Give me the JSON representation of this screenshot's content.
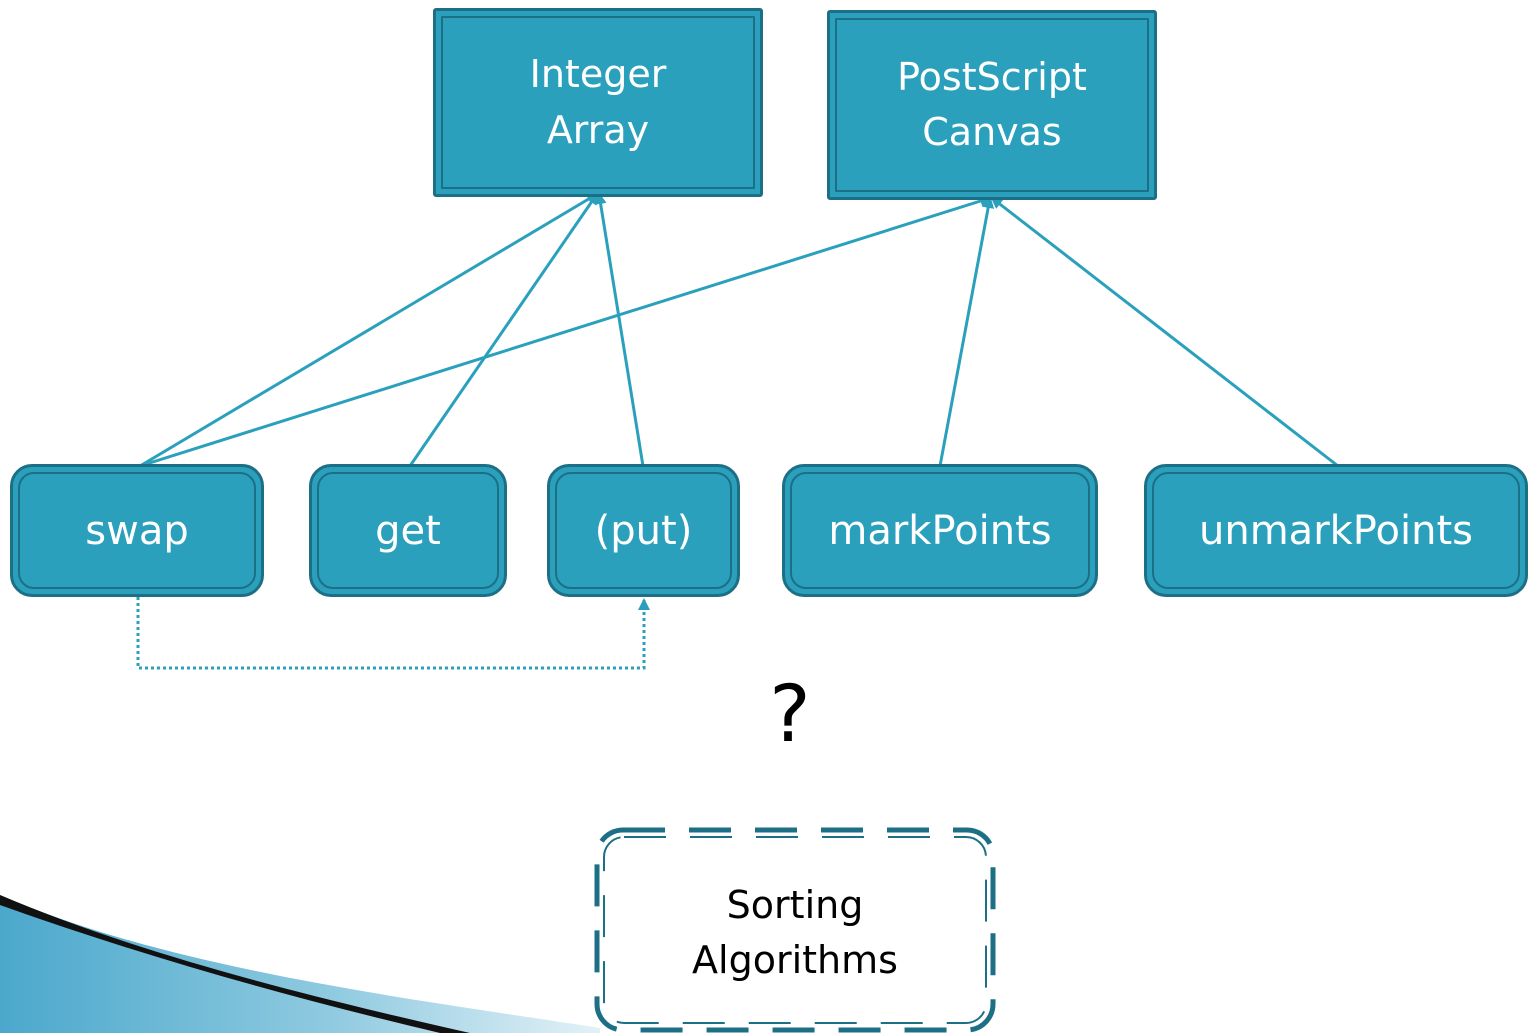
{
  "diagram": {
    "classes": [
      {
        "id": "integer-array",
        "label": "Integer\nArray"
      },
      {
        "id": "postscript-canvas",
        "label": "PostScript\nCanvas"
      }
    ],
    "methods": [
      {
        "id": "swap",
        "label": "swap"
      },
      {
        "id": "get",
        "label": "get"
      },
      {
        "id": "put",
        "label": "(put)"
      },
      {
        "id": "markpoints",
        "label": "markPoints"
      },
      {
        "id": "unmarkpoints",
        "label": "unmarkPoints"
      }
    ],
    "edges": [
      {
        "from": "swap",
        "to": "integer-array",
        "style": "solid-arrow"
      },
      {
        "from": "get",
        "to": "integer-array",
        "style": "solid-arrow"
      },
      {
        "from": "put",
        "to": "integer-array",
        "style": "solid-arrow"
      },
      {
        "from": "swap",
        "to": "postscript-canvas",
        "style": "solid-arrow"
      },
      {
        "from": "markpoints",
        "to": "postscript-canvas",
        "style": "solid-arrow"
      },
      {
        "from": "unmarkpoints",
        "to": "postscript-canvas",
        "style": "solid-arrow"
      },
      {
        "from": "swap",
        "to": "put",
        "style": "dotted-arrow"
      }
    ],
    "question_mark": "?",
    "sorting_box": {
      "label": "Sorting\nAlgorithms",
      "style": "dashed"
    },
    "colors": {
      "box_fill": "#2aa0bd",
      "box_border": "#1d6f86",
      "line": "#2aa0bd",
      "sorting_border": "#1d6f86"
    }
  }
}
